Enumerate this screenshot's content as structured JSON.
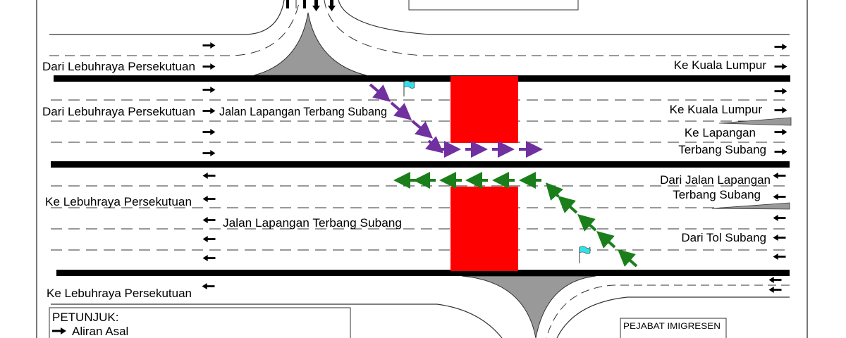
{
  "labels": {
    "left_from_1": "Dari Lebuhraya Persekutuan",
    "left_from_2": "Dari Lebuhraya Persekutuan",
    "road_name_top": "Jalan Lapangan Terbang Subang",
    "left_to_1": "Ke Lebuhraya Persekutuan",
    "road_name_bottom": "Jalan Lapangan Terbang Subang",
    "left_to_2": "Ke Lebuhraya Persekutuan",
    "right_to_kl_1": "Ke Kuala Lumpur",
    "right_to_kl_2": "Ke Kuala Lumpur",
    "right_to_airport_1": "Ke Lapangan",
    "right_to_airport_2": "Terbang Subang",
    "right_from_airport_1": "Dari Jalan Lapangan",
    "right_from_airport_2": "Terbang Subang",
    "right_from_toll": "Dari Tol Subang"
  },
  "legend": {
    "title": "PETUNJUK:",
    "item_original_flow": "Aliran Asal"
  },
  "building": "PEJABAT IMIGRESEN",
  "colors": {
    "closure": "#ff0000",
    "diversion_eastbound": "#7030a0",
    "diversion_westbound": "#1a7f1a",
    "flag": "#33e0e6",
    "island": "#999999"
  }
}
